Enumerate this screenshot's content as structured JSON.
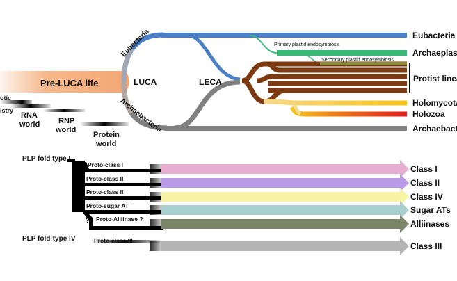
{
  "tree": {
    "pre_luca": "Pre-LUCA life",
    "luca": "LUCA",
    "leca": "LECA",
    "eubacteria_branch": "Eubacteria",
    "archaebacteria_branch": "Archaebacteria",
    "early_world": {
      "chemistry_line1": "otic",
      "chemistry_line2": "istry",
      "rna_line1": "RNA",
      "rna_line2": "world",
      "rnp_line1": "RNP",
      "rnp_line2": "world",
      "protein_line1": "Protein",
      "protein_line2": "world"
    },
    "events": {
      "primary": "Primary plastid endosymbiosis",
      "secondary": "Secondary plastid endosymbiosis"
    },
    "lineages": {
      "eubacteria": "Eubacteria",
      "archaeplastida": "Archaeplas",
      "protist": "Protist linea",
      "holomycota": "Holomycota",
      "holozoa": "Holozoa",
      "archaebacteria": "Archaebact"
    },
    "colors": {
      "eubacteria": "#4a7fc6",
      "archaeplastida": "#3cb878",
      "protist": "#7b3a12",
      "holomycota": "#f5c41a",
      "holozoa": "#e01c1c",
      "archaebacteria": "#808080",
      "pre_luca": "#f6b98c"
    }
  },
  "plp": {
    "fold_type_1": "PLP fold type I",
    "fold_type_4": "PLP fold-type IV",
    "question_mark": "?",
    "proto": {
      "class1": "Proto-class I",
      "class2": "Proto-class II",
      "class2b": "Proto-class II",
      "sugar": "Proto-sugar AT",
      "alliinase": "Proto-Alliinase ?",
      "class3": "Proto-class III"
    },
    "classes": {
      "class1": "Class I",
      "class2": "Class II",
      "class4": "Class IV",
      "sugar": "Sugar ATs",
      "alliinases": "Alliinases",
      "class3": "Class III"
    },
    "colors": {
      "class1": "#e6add0",
      "class2": "#b99ae6",
      "class4": "#f7f4a6",
      "sugar": "#a9d0cf",
      "alliinases": "#7a856a",
      "class3": "#b4b4b4"
    }
  }
}
